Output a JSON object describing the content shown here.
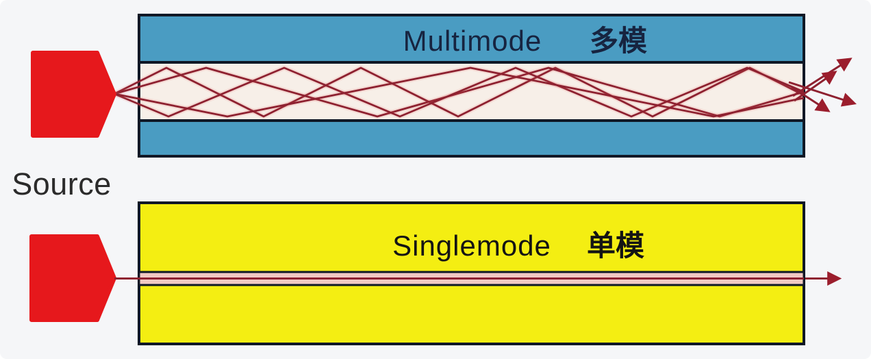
{
  "diagram": {
    "source_label": "Source",
    "multimode": {
      "label_en": "Multimode",
      "label_zh": "多模"
    },
    "singlemode": {
      "label_en": "Singlemode",
      "label_zh": "单模"
    }
  },
  "colors": {
    "background": "#f5f6f8",
    "cladding_blue": "#4a9cc2",
    "core_white": "#f7efe8",
    "fiber_yellow": "#f4ee12",
    "outline_black": "#101826",
    "source_red": "#e6181c",
    "ray_dark_red": "#8e2130",
    "ray_glow": "rgba(228,90,90,0.35)",
    "arrow_red": "#9b1e2d",
    "singlemode_core_pink": "#f2cac3",
    "multimode_text": "#172440",
    "singlemode_text": "#141414",
    "source_text": "#2b2b2b"
  }
}
